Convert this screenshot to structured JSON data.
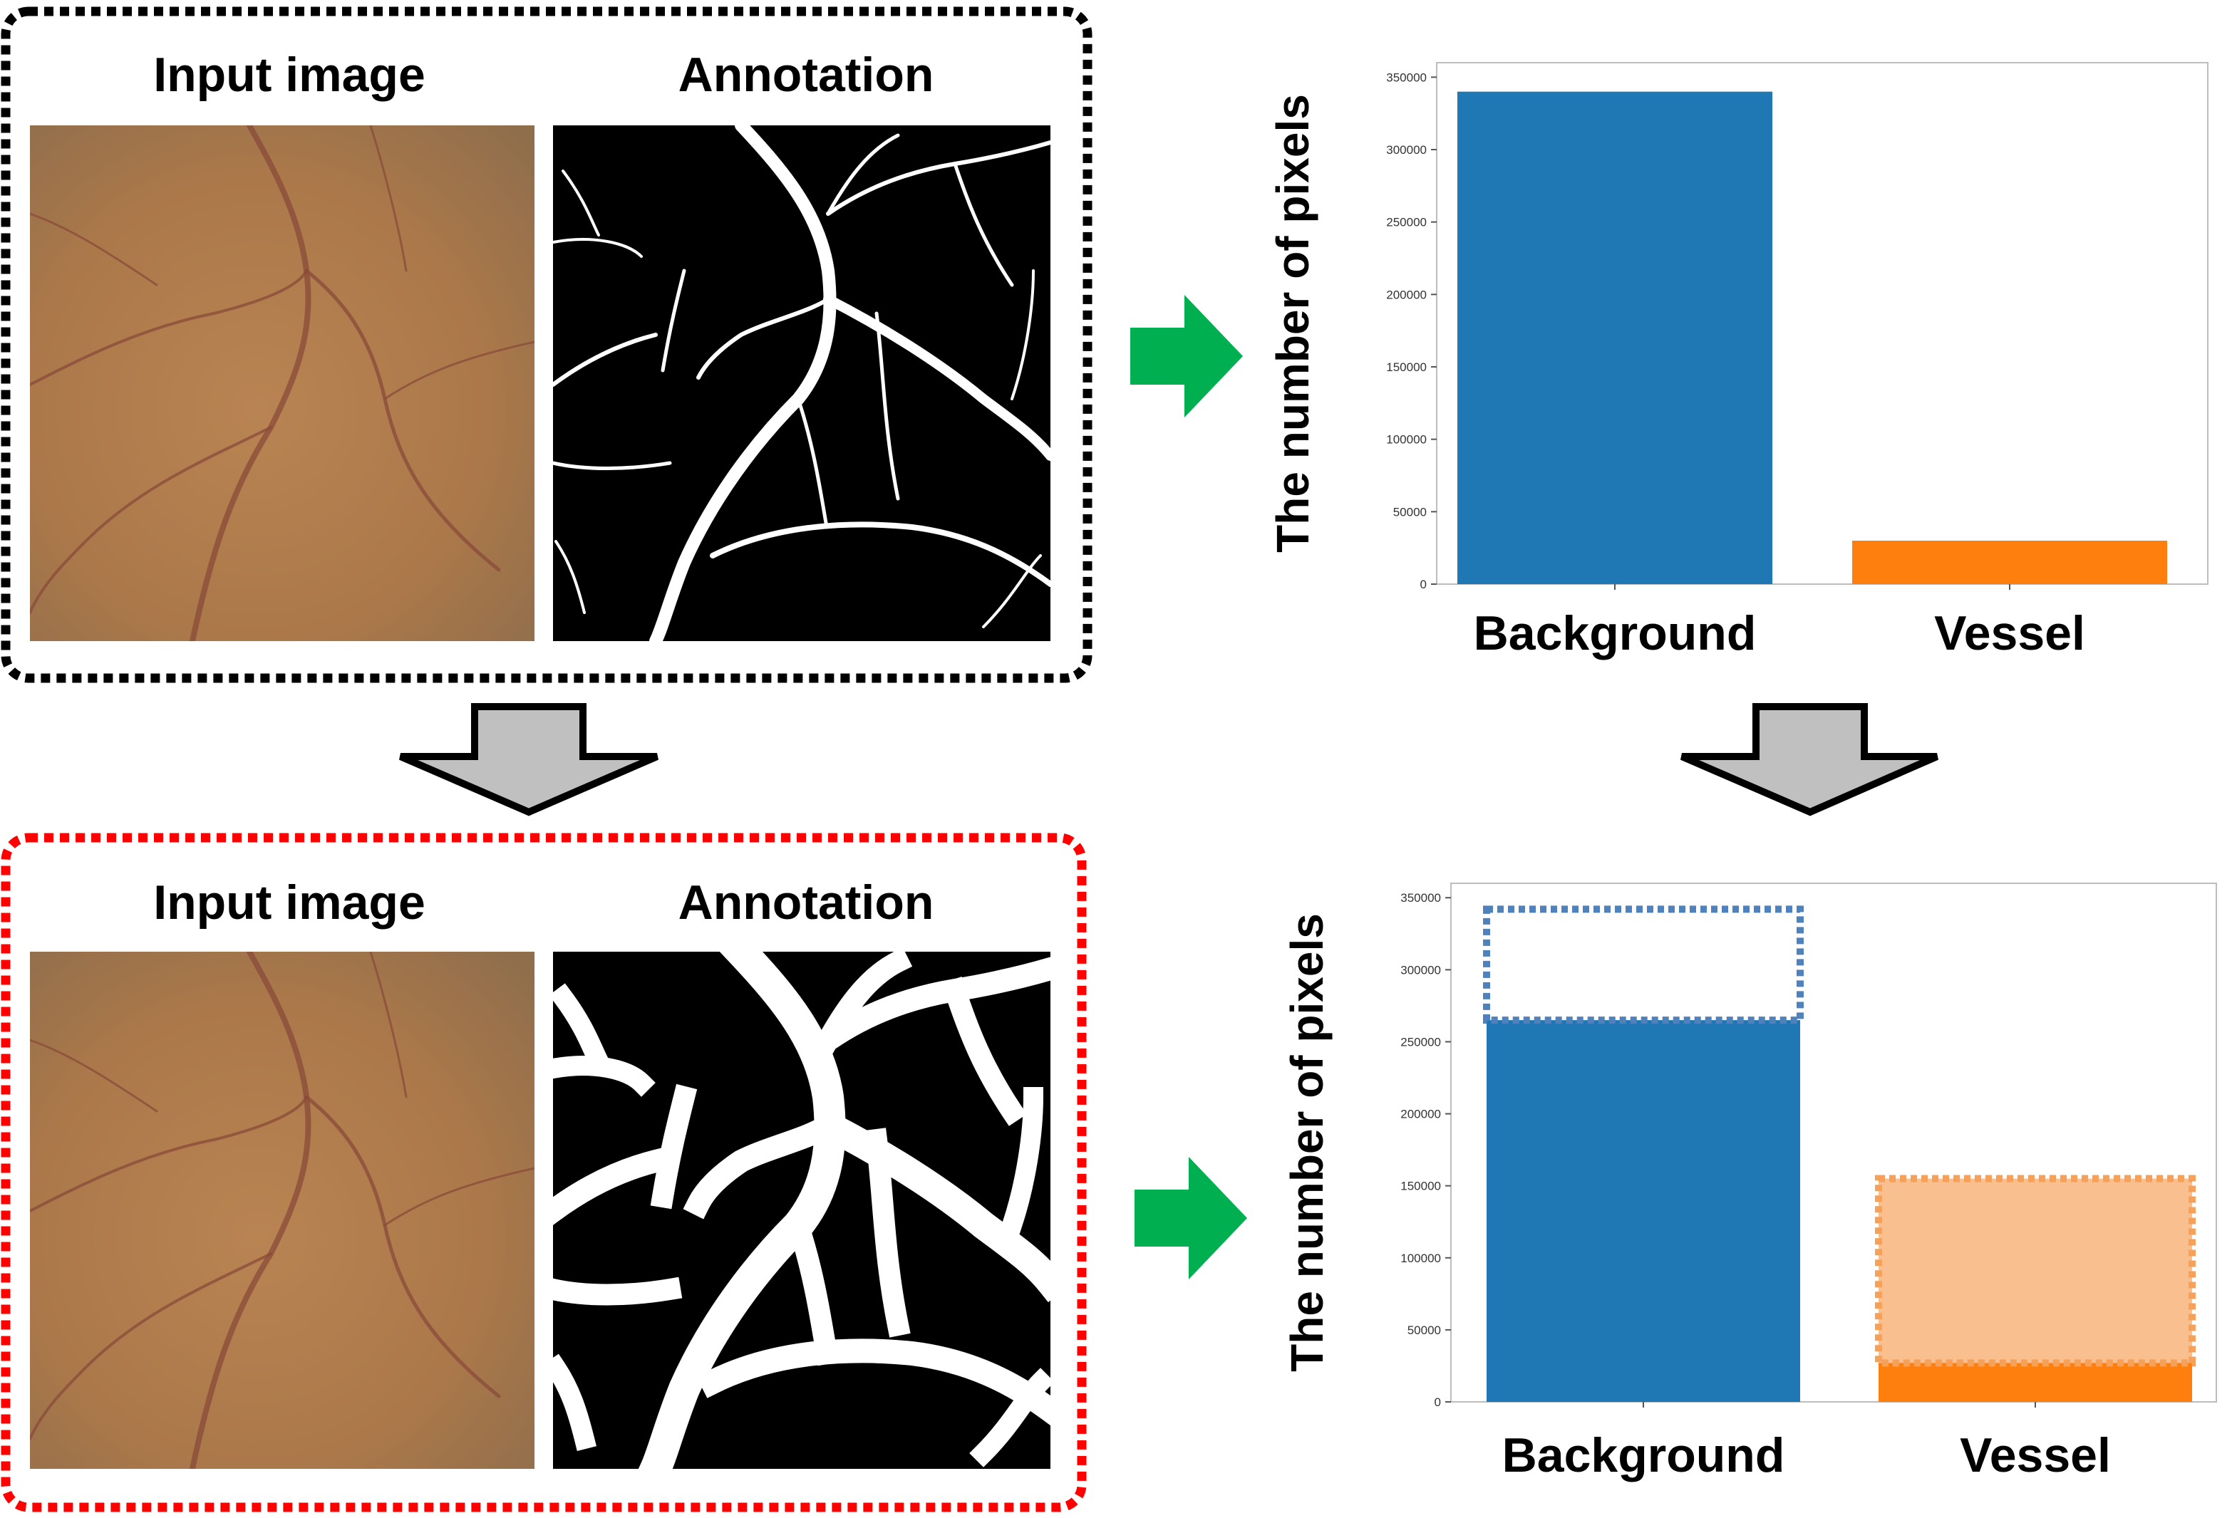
{
  "panels": {
    "top": {
      "input_label": "Input image",
      "annotation_label": "Annotation"
    },
    "bottom": {
      "input_label": "Input image",
      "annotation_label": "Annotation"
    }
  },
  "colors": {
    "background_bar": "#1f77b4",
    "vessel_bar": "#ff7f0e",
    "vessel_bar_light": "#f9bf8e",
    "dashed_blue": "#4f81bd",
    "dashed_orange": "#f5a15a",
    "green_arrow": "#00b050",
    "gray_arrow": "#c0c0c0",
    "top_frame": "#000000",
    "bottom_frame": "#ff0000",
    "fundus": "#b07a4c",
    "vessel_line": "#8a4b39"
  },
  "chart_data": [
    {
      "type": "bar",
      "title": "",
      "ylabel": "The number of pixels",
      "xlabel": "",
      "categories": [
        "Background",
        "Vessel"
      ],
      "values": [
        340000,
        30000
      ],
      "ylim": [
        0,
        360000
      ],
      "yticks": [
        0,
        50000,
        100000,
        150000,
        200000,
        250000,
        300000,
        350000
      ],
      "ytick_labels": [
        "0",
        "50000",
        "100000",
        "150000",
        "200000",
        "250000",
        "300000",
        "350000"
      ],
      "bar_colors": [
        "#1f77b4",
        "#ff7f0e"
      ],
      "grid": false
    },
    {
      "type": "bar",
      "title": "",
      "ylabel": "The number of pixels",
      "xlabel": "",
      "categories": [
        "Background",
        "Vessel"
      ],
      "values": [
        265000,
        155000
      ],
      "original_values": [
        342000,
        27000
      ],
      "ylim": [
        0,
        360000
      ],
      "yticks": [
        0,
        50000,
        100000,
        150000,
        200000,
        250000,
        300000,
        350000
      ],
      "ytick_labels": [
        "0",
        "50000",
        "100000",
        "150000",
        "200000",
        "250000",
        "300000",
        "350000"
      ],
      "bar_colors": [
        "#1f77b4",
        "#ff7f0e"
      ],
      "grid": false
    }
  ]
}
